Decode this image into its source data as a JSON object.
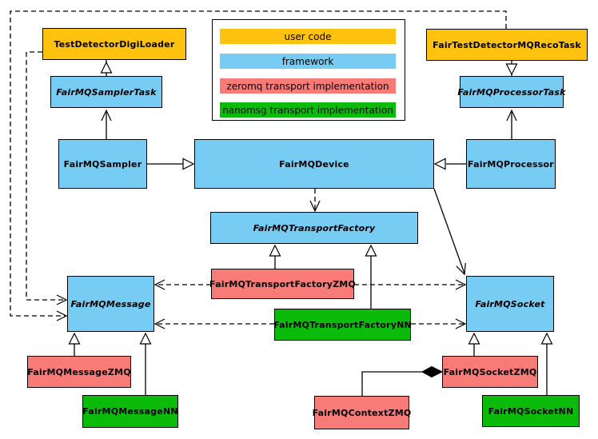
{
  "legend": {
    "items": [
      {
        "label": "user code",
        "color": "#FFC20E"
      },
      {
        "label": "framework",
        "color": "#76CCF2"
      },
      {
        "label": "zeromq transport implementation",
        "color": "#F97B78"
      },
      {
        "label": "nanomsg transport implementation",
        "color": "#0ABB0A"
      }
    ]
  },
  "colors": {
    "user_code": "#FFC20E",
    "framework": "#76CCF2",
    "zeromq": "#F97B78",
    "nanomsg": "#0ABB0A",
    "border": "#000000",
    "background": "#FFFFFF"
  },
  "nodes": {
    "test_detector_digi_loader": {
      "label": "TestDetectorDigiLoader",
      "category": "user code",
      "abstract": false
    },
    "fair_test_detector_mq_reco_task": {
      "label": "FairTestDetectorMQRecoTask",
      "category": "user code",
      "abstract": false
    },
    "sampler_task": {
      "label": "FairMQSamplerTask",
      "category": "framework",
      "abstract": true
    },
    "processor_task": {
      "label": "FairMQProcessorTask",
      "category": "framework",
      "abstract": true
    },
    "sampler": {
      "label": "FairMQSampler",
      "category": "framework",
      "abstract": false
    },
    "device": {
      "label": "FairMQDevice",
      "category": "framework",
      "abstract": false
    },
    "processor": {
      "label": "FairMQProcessor",
      "category": "framework",
      "abstract": false
    },
    "transport_factory": {
      "label": "FairMQTransportFactory",
      "category": "framework",
      "abstract": true
    },
    "transport_factory_zmq": {
      "label": "FairMQTransportFactoryZMQ",
      "category": "zeromq transport implementation",
      "abstract": false
    },
    "transport_factory_nn": {
      "label": "FairMQTransportFactoryNN",
      "category": "nanomsg transport implementation",
      "abstract": false
    },
    "message": {
      "label": "FairMQMessage",
      "category": "framework",
      "abstract": true
    },
    "socket": {
      "label": "FairMQSocket",
      "category": "framework",
      "abstract": true
    },
    "message_zmq": {
      "label": "FairMQMessageZMQ",
      "category": "zeromq transport implementation",
      "abstract": false
    },
    "message_nn": {
      "label": "FairMQMessageNN",
      "category": "nanomsg transport implementation",
      "abstract": false
    },
    "socket_zmq": {
      "label": "FairMQSocketZMQ",
      "category": "zeromq transport implementation",
      "abstract": false
    },
    "socket_nn": {
      "label": "FairMQSocketNN",
      "category": "nanomsg transport implementation",
      "abstract": false
    },
    "context_zmq": {
      "label": "FairMQContextZMQ",
      "category": "zeromq transport implementation",
      "abstract": false
    }
  },
  "edges": [
    {
      "from": "TestDetectorDigiLoader",
      "to": "FairMQSamplerTask",
      "type": "inheritance"
    },
    {
      "from": "FairMQSampler",
      "to": "FairMQSamplerTask",
      "type": "inheritance"
    },
    {
      "from": "FairTestDetectorMQRecoTask",
      "to": "FairMQProcessorTask",
      "type": "inheritance"
    },
    {
      "from": "FairMQProcessor",
      "to": "FairMQProcessorTask",
      "type": "inheritance"
    },
    {
      "from": "FairMQSampler",
      "to": "FairMQDevice",
      "type": "inheritance"
    },
    {
      "from": "FairMQProcessor",
      "to": "FairMQDevice",
      "type": "inheritance"
    },
    {
      "from": "FairMQDevice",
      "to": "FairMQTransportFactory",
      "type": "dependency"
    },
    {
      "from": "FairMQDevice",
      "to": "FairMQSocket",
      "type": "association"
    },
    {
      "from": "FairMQTransportFactoryZMQ",
      "to": "FairMQTransportFactory",
      "type": "inheritance"
    },
    {
      "from": "FairMQTransportFactoryNN",
      "to": "FairMQTransportFactory",
      "type": "inheritance"
    },
    {
      "from": "FairMQTransportFactoryZMQ",
      "to": "FairMQMessage",
      "type": "dependency"
    },
    {
      "from": "FairMQTransportFactoryZMQ",
      "to": "FairMQSocket",
      "type": "dependency"
    },
    {
      "from": "FairMQTransportFactoryNN",
      "to": "FairMQMessage",
      "type": "dependency"
    },
    {
      "from": "FairMQTransportFactoryNN",
      "to": "FairMQSocket",
      "type": "dependency"
    },
    {
      "from": "TestDetectorDigiLoader",
      "to": "FairMQMessage",
      "type": "dependency"
    },
    {
      "from": "FairTestDetectorMQRecoTask",
      "to": "FairMQMessage",
      "type": "dependency"
    },
    {
      "from": "FairMQMessageZMQ",
      "to": "FairMQMessage",
      "type": "inheritance"
    },
    {
      "from": "FairMQMessageNN",
      "to": "FairMQMessage",
      "type": "inheritance"
    },
    {
      "from": "FairMQSocketZMQ",
      "to": "FairMQSocket",
      "type": "inheritance"
    },
    {
      "from": "FairMQSocketNN",
      "to": "FairMQSocket",
      "type": "inheritance"
    },
    {
      "from": "FairMQContextZMQ",
      "to": "FairMQSocketZMQ",
      "type": "composition"
    }
  ]
}
